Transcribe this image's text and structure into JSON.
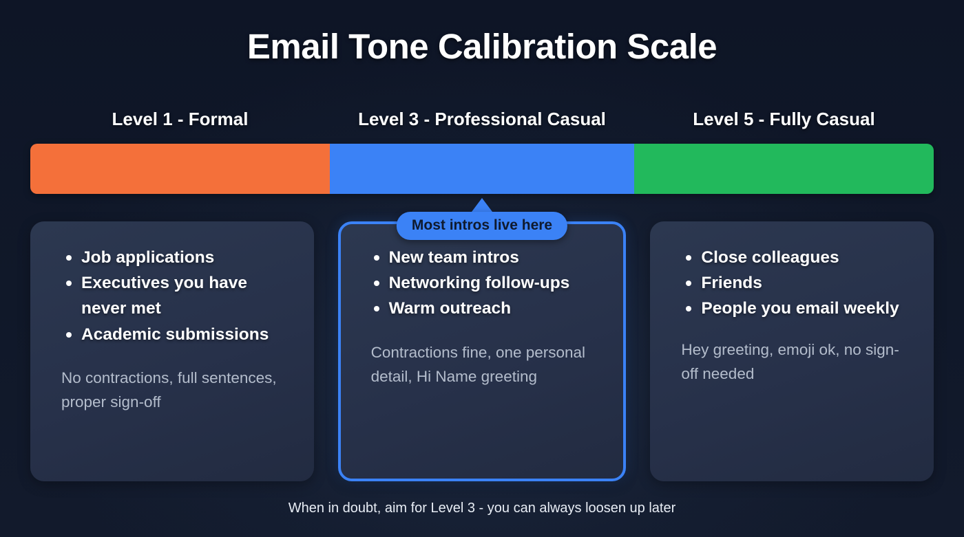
{
  "page": {
    "title": "Email Tone Calibration Scale",
    "footer_note": "When in doubt, aim for Level 3 - you can always loosen up later"
  },
  "colors": {
    "background": "#101829",
    "level1": "#f4703a",
    "level3": "#3b82f6",
    "level5": "#22b95c",
    "card_bg": "#2a3448",
    "highlight_border": "#3b82f6",
    "text_primary": "#ffffff",
    "text_muted": "#b4bdcc"
  },
  "scale": {
    "segments": [
      {
        "label": "Level 1 - Formal",
        "color": "#f4703a",
        "weight": 435
      },
      {
        "label": "Level 3 - Professional Casual",
        "color": "#3b82f6",
        "weight": 442
      },
      {
        "label": "Level 5 - Fully Casual",
        "color": "#22b95c",
        "weight": 435
      }
    ]
  },
  "callout": {
    "text": "Most intros live here"
  },
  "cards": [
    {
      "level_label": "Level 1 - Formal",
      "items": [
        "Job applications",
        "Executives you have never met",
        "Academic submissions"
      ],
      "note": "No contractions, full sentences, proper sign-off",
      "highlighted": false
    },
    {
      "level_label": "Level 3 - Professional Casual",
      "items": [
        "New team intros",
        "Networking follow-ups",
        "Warm outreach"
      ],
      "note": "Contractions fine, one personal detail, Hi Name greeting",
      "highlighted": true
    },
    {
      "level_label": "Level 5 - Fully Casual",
      "items": [
        "Close colleagues",
        "Friends",
        "People you email weekly"
      ],
      "note": "Hey greeting, emoji ok, no sign-off needed",
      "highlighted": false
    }
  ]
}
